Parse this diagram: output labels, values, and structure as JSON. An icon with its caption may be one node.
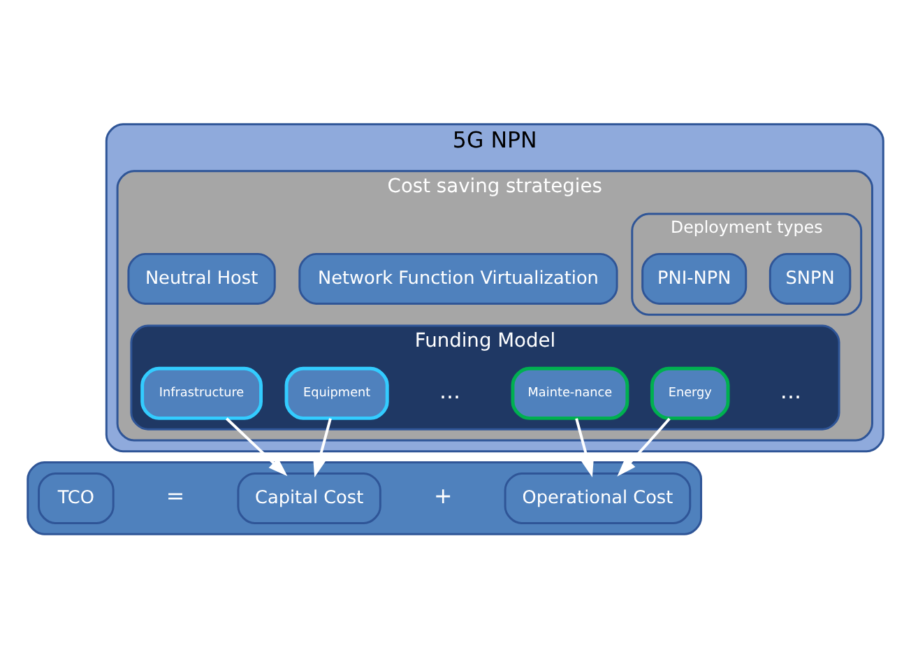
{
  "diagram": {
    "nodes": [
      {
        "text": [
          "5G NPN"
        ]
      },
      {
        "text": [
          "Cost saving strategies"
        ],
        "in": 0
      },
      {
        "text": [
          "Neutral Host"
        ],
        "in": 1
      },
      {
        "text": [
          "Deployment types"
        ],
        "in": 1
      },
      {
        "text": [
          "SNPN"
        ],
        "in": 3
      },
      {
        "text": [
          "PNI-NPN"
        ],
        "in": 3
      },
      {
        "text": [
          "Network Function Virtualization"
        ],
        "in": 1
      },
      {
        "text": [
          "Funding Model"
        ],
        "in": 1
      },
      {
        "text": [
          "Infrastructure"
        ],
        "in": 7
      },
      {
        "text": [
          "Equipment"
        ],
        "in": 7
      },
      {
        "text": [
          "Energy"
        ],
        "in": 7
      },
      {
        "text": [
          "Mainte-nance"
        ],
        "in": 7
      },
      {
        "text": [],
        "shape": "box"
      },
      {
        "text": [
          "TCO"
        ],
        "in": 12
      },
      {
        "text": [
          "Capital Cost"
        ],
        "in": 12
      },
      {
        "text": [
          "Operational Cost"
        ],
        "in": 12
      }
    ],
    "edges": [
      {
        "from": 8,
        "to": 14,
        "arrow": "to"
      },
      {
        "from": 9,
        "to": 14,
        "arrow": "to"
      },
      {
        "from": 10,
        "to": 15,
        "arrow": "to"
      },
      {
        "from": 11,
        "to": 15,
        "arrow": "to"
      }
    ],
    "labels": [
      "...",
      "...",
      "=",
      "+"
    ]
  }
}
